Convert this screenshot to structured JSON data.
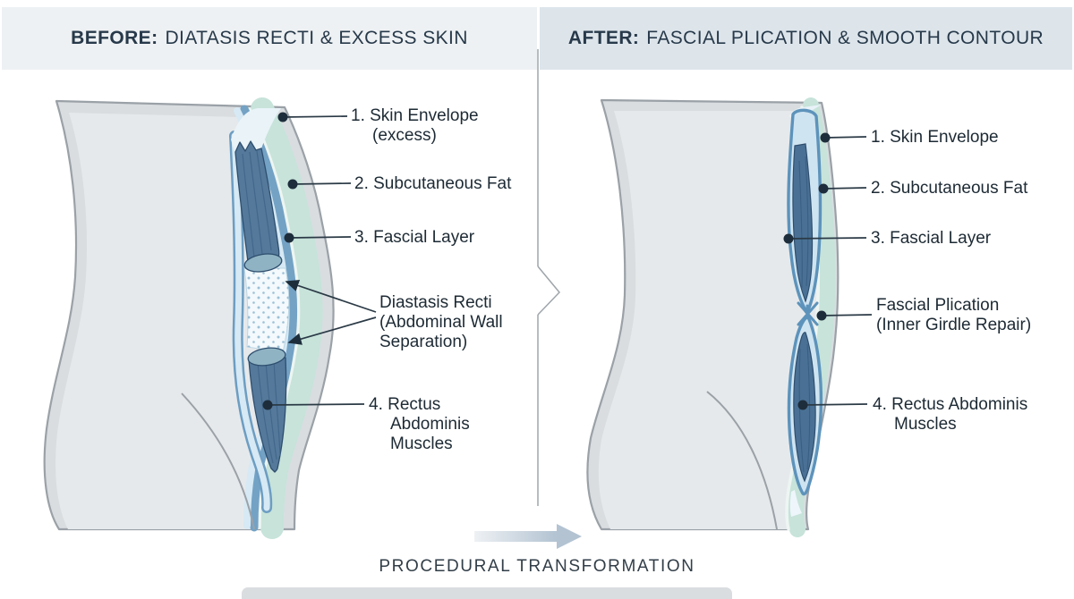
{
  "headers": {
    "before": {
      "prefix": "BEFORE:",
      "title": "DIATASIS RECTI & EXCESS SKIN"
    },
    "after": {
      "prefix": "AFTER:",
      "title": "FASCIAL PLICATION & SMOOTH CONTOUR"
    }
  },
  "before_panel": {
    "labels": {
      "skin": {
        "line1": "1. Skin Envelope",
        "line2": "(excess)"
      },
      "fat": {
        "line1": "2. Subcutaneous Fat"
      },
      "fascia": {
        "line1": "3. Fascial Layer"
      },
      "diastasis": {
        "line1": "Diastasis Recti",
        "line2": "(Abdominal Wall\nSeparation)"
      },
      "muscles": {
        "line1": "4. Rectus",
        "line2": "Abdominis\nMuscles"
      }
    }
  },
  "after_panel": {
    "labels": {
      "skin": {
        "line1": "1. Skin Envelope"
      },
      "fat": {
        "line1": "2. Subcutaneous Fat"
      },
      "fascia": {
        "line1": "3. Fascial Layer"
      },
      "plication": {
        "line1": "Fascial Plication",
        "line2": "(Inner Girdle Repair)"
      },
      "muscles": {
        "line1": "4. Rectus Abdominis",
        "line2": "Muscles"
      }
    }
  },
  "footer": {
    "caption": "PROCEDURAL TRANSFORMATION"
  },
  "colors": {
    "header_bg_before": "#eef1f3",
    "header_bg_after": "#dde5eb",
    "header_text": "#27394a",
    "label_text": "#1d2a34",
    "skin_gray": "#d9dde0",
    "body_inner": "#e6e9eb",
    "fat_mint": "#c7e3da",
    "fascia_blue": "#73a2c5",
    "fascia_lining": "#d6e9f4",
    "muscle_slate": "#54799b",
    "muscle_dark": "#2e4e6e",
    "gap_fill": "#f3f9fc",
    "gap_dots": "#9cc0d6",
    "marker_dot": "#1e2d3b",
    "divider_gray": "#9ea5aa",
    "arrow_gradient_end": "#b3c3d2"
  }
}
